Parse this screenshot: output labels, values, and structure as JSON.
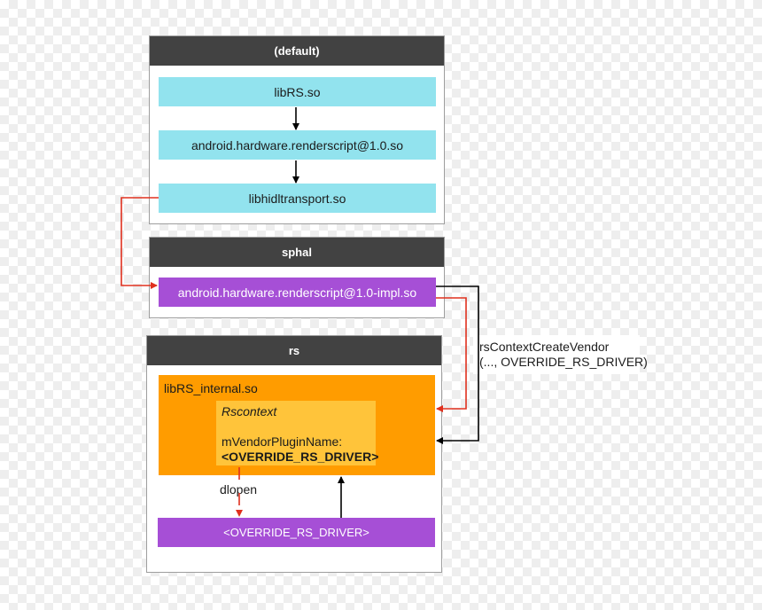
{
  "groups": {
    "default": {
      "title": "(default)"
    },
    "sphal": {
      "title": "sphal"
    },
    "rs": {
      "title": "rs"
    }
  },
  "modules": {
    "librs": "libRS.so",
    "hal_so": "android.hardware.renderscript@1.0.so",
    "hidl_transport": "libhidltransport.so",
    "impl_so": "android.hardware.renderscript@1.0-impl.so",
    "librs_internal": "libRS_internal.so",
    "driver": "<OVERRIDE_RS_DRIVER>"
  },
  "rscontext": {
    "title": "Rscontext",
    "field_label": "mVendorPluginName:",
    "field_value": "<OVERRIDE_RS_DRIVER>"
  },
  "labels": {
    "dlopen": "dlopen",
    "create_vendor_line1": "rsContextCreateVendor",
    "create_vendor_line2": "(..., OVERRIDE_RS_DRIVER)"
  },
  "colors": {
    "cyan": "#92e3ee",
    "purple": "#a64fd6",
    "orange": "#ff9c00",
    "yellow": "#ffc43a",
    "header": "#424242",
    "red_arrow": "#e0301e",
    "black_arrow": "#000000"
  }
}
